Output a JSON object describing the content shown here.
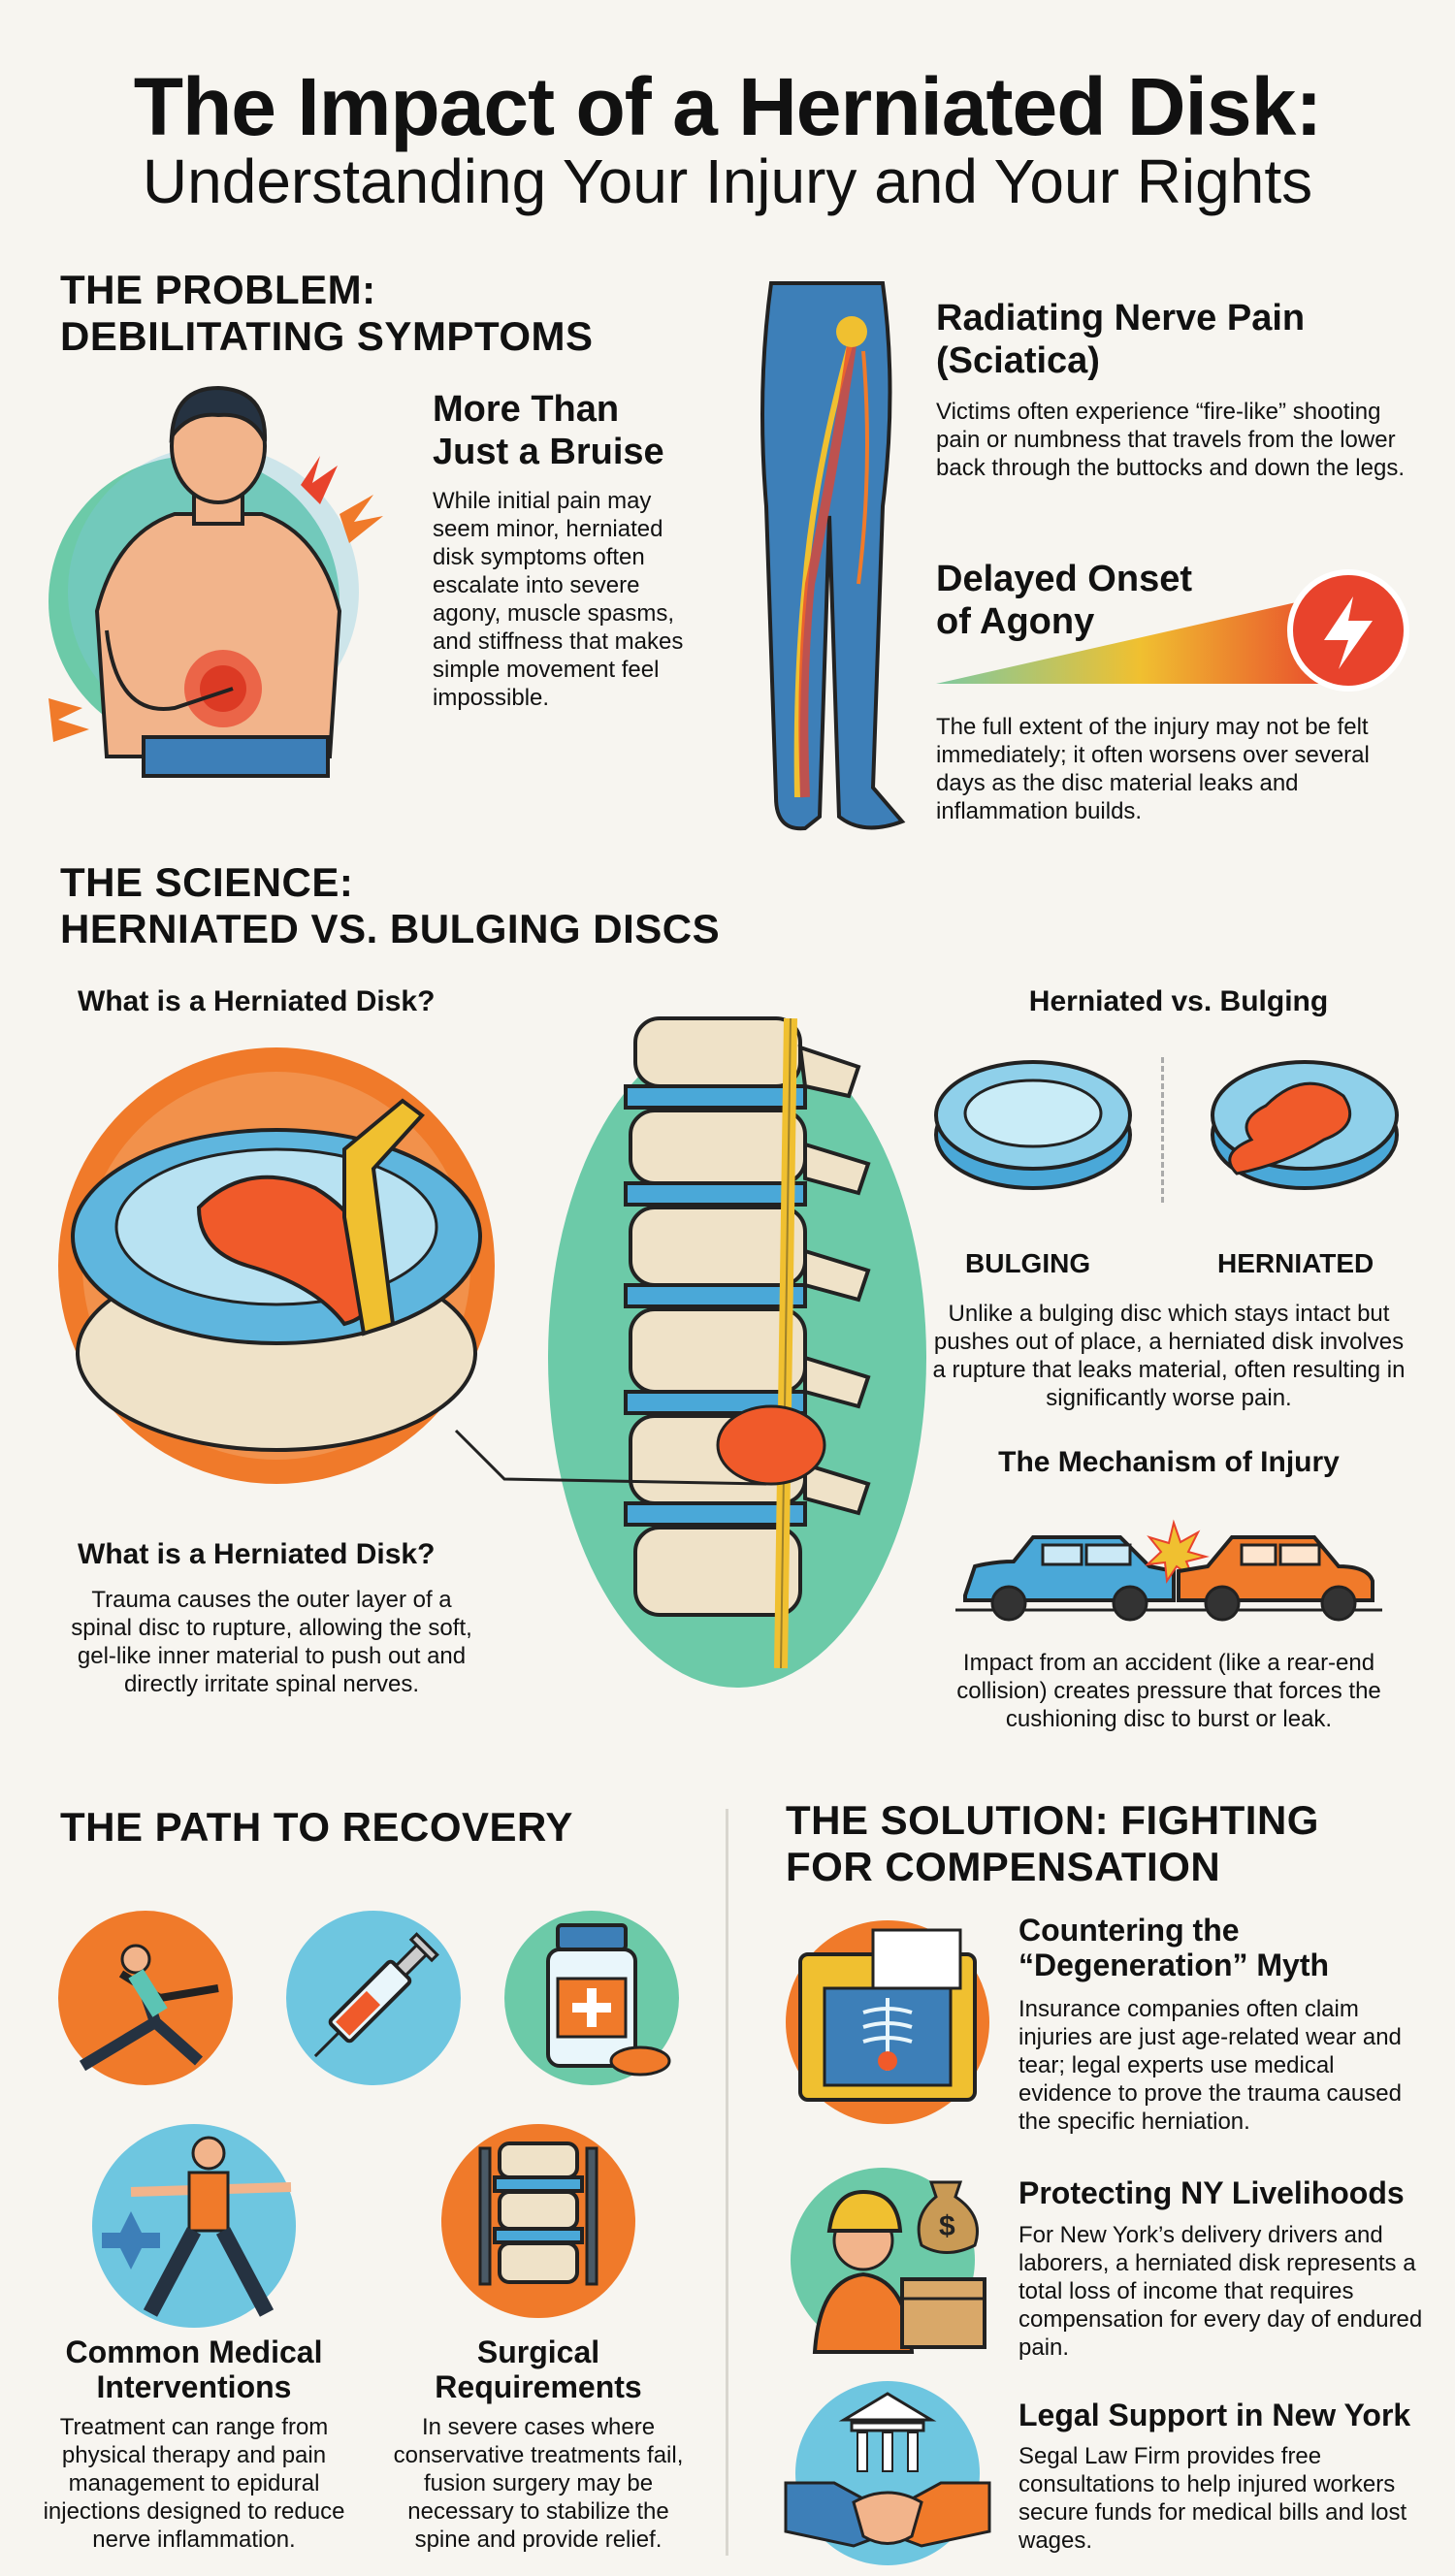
{
  "header": {
    "title": "The Impact of a Herniated Disk:",
    "subtitle": "Understanding Your Injury and Your Rights"
  },
  "problem": {
    "heading_line1": "THE PROBLEM:",
    "heading_line2": "DEBILITATING SYMPTOMS",
    "bruise_title_line1": "More Than",
    "bruise_title_line2": "Just a Bruise",
    "bruise_text": "While initial pain may seem minor, herniated disk symptoms often escalate into severe agony, muscle spasms, and stiffness that makes simple movement feel impossible.",
    "sciatica_title_line1": "Radiating Nerve Pain",
    "sciatica_title_line2": "(Sciatica)",
    "sciatica_text": "Victims often experience “fire-like” shooting pain or numbness that travels from the lower back through the buttocks and down the legs.",
    "delayed_title_line1": "Delayed Onset",
    "delayed_title_line2": "of Agony",
    "delayed_text": "The full extent of the injury may not be felt immediately; it often worsens over several days as the disc material leaks and inflammation builds."
  },
  "science": {
    "heading_line1": "THE SCIENCE:",
    "heading_line2": "HERNIATED VS. BULGING DISCS",
    "what_title_top": "What is a Herniated Disk?",
    "what_title_bottom": "What is a Herniated Disk?",
    "what_text": "Trauma causes the outer layer of a spinal disc to rupture, allowing the soft, gel-like inner material to push out and directly irritate spinal nerves.",
    "vs_title": "Herniated vs. Bulging",
    "bulging_label": "BULGING",
    "herniated_label": "HERNIATED",
    "vs_text": "Unlike a bulging disc which stays intact but pushes out of place, a herniated disk involves a rupture that leaks material, often resulting in significantly worse pain.",
    "mechanism_title": "The Mechanism of Injury",
    "mechanism_text": "Impact from an accident (like a rear-end collision) creates pressure that forces the cushioning disc to burst or leak."
  },
  "recovery": {
    "heading": "THE PATH TO RECOVERY",
    "medical_title_line1": "Common Medical",
    "medical_title_line2": "Interventions",
    "medical_text": "Treatment can range from physical therapy and pain management to epidural injections designed to reduce nerve inflammation.",
    "surgical_title_line1": "Surgical",
    "surgical_title_line2": "Requirements",
    "surgical_text": "In severe cases where conservative treatments fail, fusion surgery may be necessary to stabilize the spine and provide relief."
  },
  "solution": {
    "heading_line1": "THE SOLUTION: FIGHTING",
    "heading_line2": "FOR COMPENSATION",
    "myth_title_line1": "Countering the",
    "myth_title_line2": "“Degeneration” Myth",
    "myth_text": "Insurance companies often claim injuries are just age-related wear and tear; legal experts use medical evidence to prove the trauma caused the specific herniation.",
    "ny_title": "Protecting NY Livelihoods",
    "ny_text": "For New York’s delivery drivers and laborers, a herniated disk represents a total loss of income that requires compensation for every day of endured pain.",
    "legal_title": "Legal Support in New York",
    "legal_text": "Segal Law Firm provides free consultations to help injured workers secure funds for medical bills and lost wages."
  },
  "colors": {
    "accent_orange": "#f07a2a",
    "teal": "#5cc4b4",
    "blue": "#4aa8d8",
    "red": "#e0412a"
  }
}
